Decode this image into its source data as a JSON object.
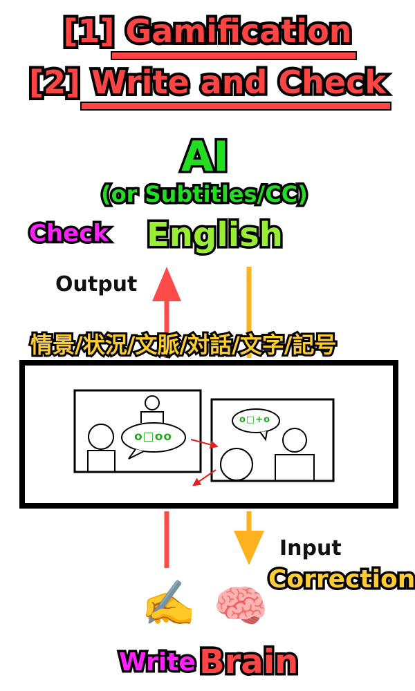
{
  "title": {
    "line1_num": "[1]",
    "line1_word": "Gamification",
    "line2_num": "[2]",
    "line2_word": "Write and Check"
  },
  "top": {
    "ai": "AI",
    "ai_sub": "(or Subtitles/CC)",
    "english": "English",
    "check": "Check",
    "output": "Output"
  },
  "context_label": "情景/状況/文脈/対話/文字/記号",
  "scene": {
    "bubble_left": "o□oo",
    "bubble_right": "o□+o"
  },
  "bottom": {
    "input": "Input",
    "correction": "Correction",
    "write": "Write",
    "brain": "Brain",
    "write_icon": "✍️",
    "brain_icon": "🧠"
  },
  "colors": {
    "red": "#ff4444",
    "orange": "#ffb21f",
    "green": "#22dd22",
    "lime": "#99ee33",
    "magenta": "#ff22ff",
    "yellow": "#ffcc33"
  }
}
